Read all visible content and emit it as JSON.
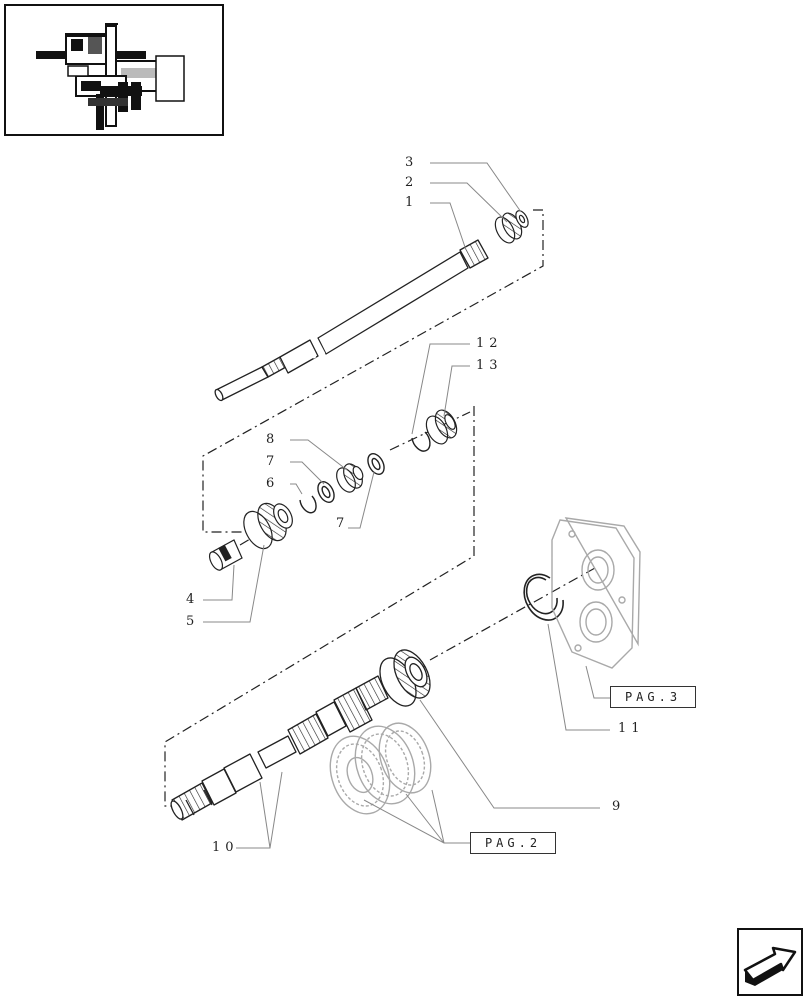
{
  "callouts": {
    "c1": "1",
    "c2": "2",
    "c3": "3",
    "c4": "4",
    "c5": "5",
    "c6": "6",
    "c7a": "7",
    "c7b": "7",
    "c8": "8",
    "c9": "9",
    "c10": "10",
    "c11": "11",
    "c12": "12",
    "c13": "13"
  },
  "page_refs": {
    "pag2": "PAG.2",
    "pag3": "PAG.3"
  },
  "icons": {
    "nav": "next-page-arrow-icon",
    "thumbnail": "assembly-location-thumbnail"
  },
  "colors": {
    "line": "#222222",
    "leader": "#888888",
    "ghost_part": "#a9a9a9"
  }
}
